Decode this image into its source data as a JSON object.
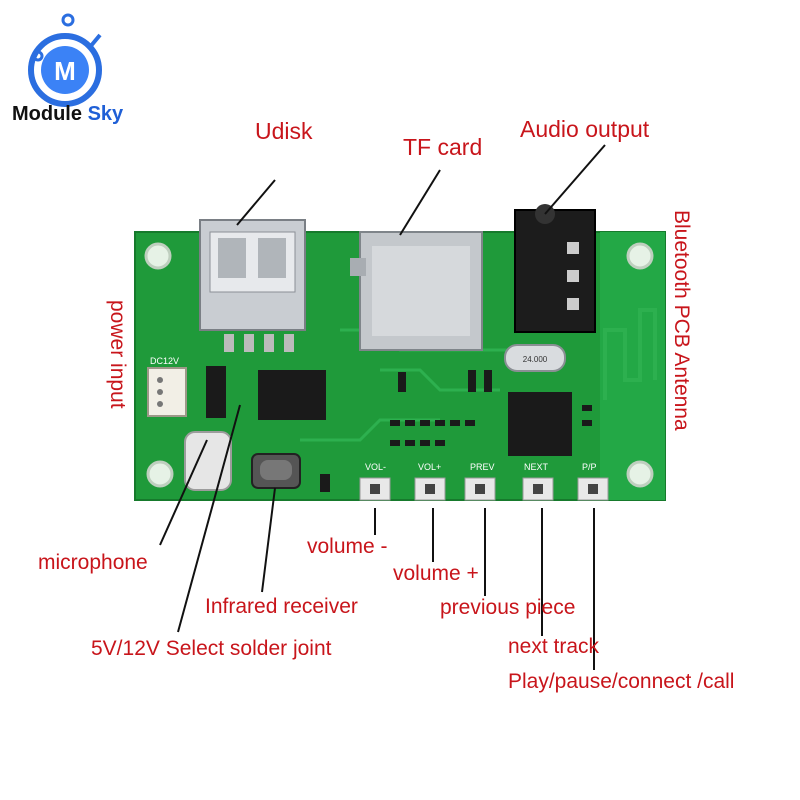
{
  "brand": {
    "name_part1": "Module",
    "name_part2": "Sky",
    "logo_letter": "M"
  },
  "labels": {
    "udisk": "Udisk",
    "tf_card": "TF card",
    "audio_output": "Audio output",
    "power_input": "power input",
    "bluetooth_antenna": "Bluetooth PCB Antenna",
    "microphone": "microphone",
    "volume_down": "volume -",
    "volume_up": "volume +",
    "previous": "previous piece",
    "next": "next track",
    "play_pause": "Play/pause/connect /call",
    "infrared": "Infrared receiver",
    "solder_select": "5V/12V Select solder joint"
  },
  "board": {
    "dc_label": "DC12V",
    "crystal_label": "24.000",
    "button_labels": [
      "VOL-",
      "VOL+",
      "PREV",
      "NEXT",
      "P/P"
    ]
  },
  "colors": {
    "label_red": "#c8151b",
    "pcb_green": "#1f9a3a",
    "brand_blue": "#1f5fd6"
  }
}
